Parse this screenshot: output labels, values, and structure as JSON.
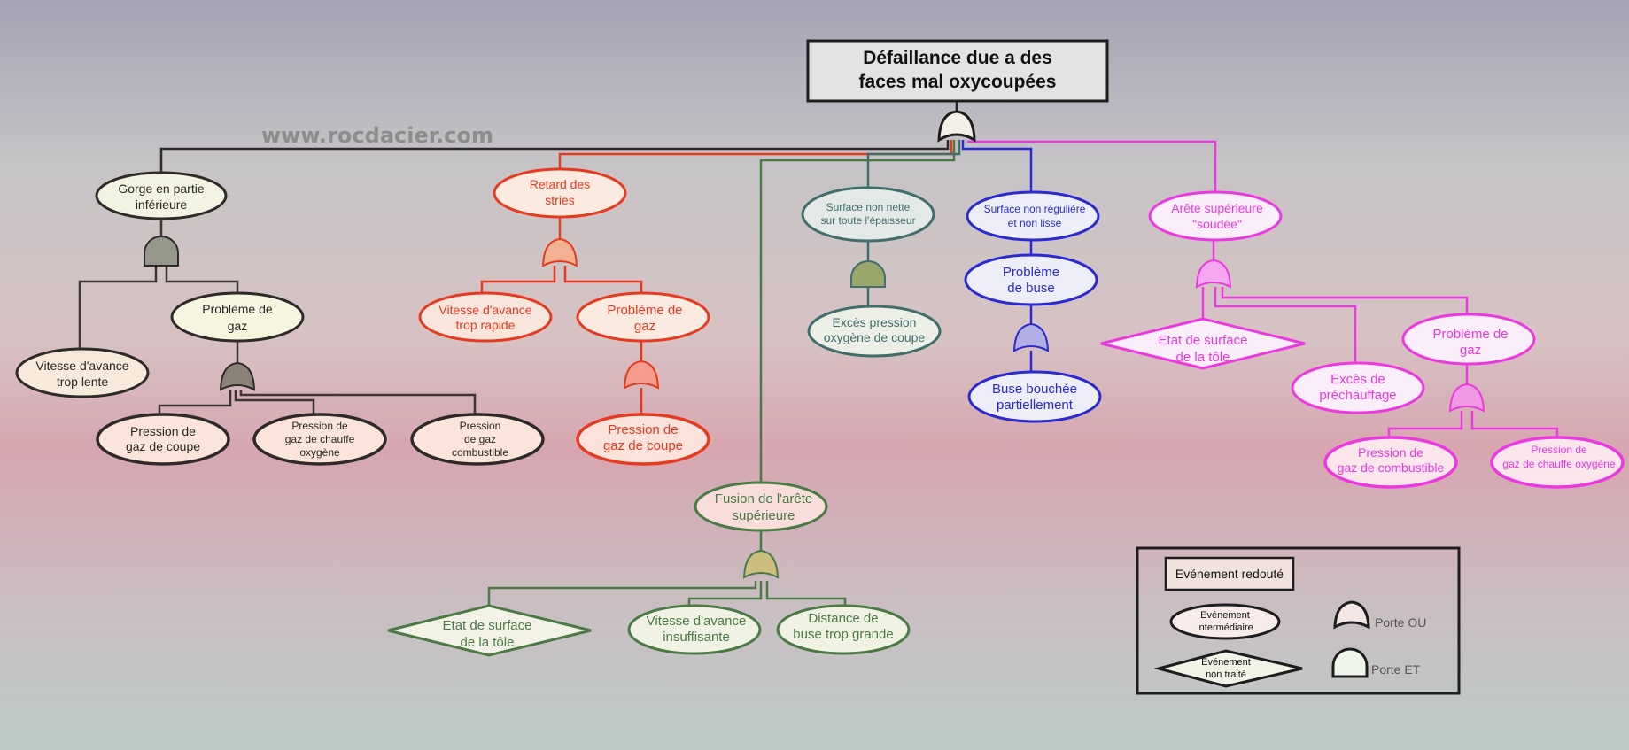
{
  "watermark": "www.rocdacier.com",
  "colors": {
    "black": "#1d1d1d",
    "red": "#e63a20",
    "green": "#4b7a44",
    "teal": "#3f6e6b",
    "blue": "#2a2ad0",
    "magenta": "#ec38e0",
    "brown": "#332a20"
  },
  "top_event": {
    "line1": "Défaillance due a des",
    "line2": "faces mal oxycoupées"
  },
  "branches": {
    "gorge": {
      "label": [
        "Gorge en partie",
        "inférieure"
      ],
      "vitesse_lente": [
        "Vitesse d'avance",
        "trop lente"
      ],
      "probleme_gaz": [
        "Problème de",
        "gaz"
      ],
      "pression_coupe": [
        "Pression de",
        "gaz de coupe"
      ],
      "pression_chauffe": [
        "Pression de",
        "gaz de chauffe",
        "oxygène"
      ],
      "pression_combustible": [
        "Pression",
        "de gaz",
        "combustible"
      ]
    },
    "retard": {
      "label": [
        "Retard des",
        "stries"
      ],
      "vitesse_rapide": [
        "Vitesse d'avance",
        "trop rapide"
      ],
      "probleme_gaz": [
        "Problème de",
        "gaz"
      ],
      "pression_coupe": [
        "Pression de",
        "gaz de coupe"
      ]
    },
    "fusion": {
      "label": [
        "Fusion de l'arête",
        "supérieure"
      ],
      "etat_surface": [
        "Etat de surface",
        "de la tôle"
      ],
      "vitesse_insuffisante": [
        "Vitesse d'avance",
        "insuffisante"
      ],
      "distance_buse": [
        "Distance de",
        "buse trop grande"
      ]
    },
    "surface_nette": {
      "label": [
        "Surface non nette",
        "sur toute l'épaisseur"
      ],
      "exces_oxygene": [
        "Excès pression",
        "oxygène de coupe"
      ]
    },
    "surface_reguliere": {
      "label": [
        "Surface non régulière",
        "et non lisse"
      ],
      "probleme_buse": [
        "Problème",
        "de buse"
      ],
      "buse_bouchee": [
        "Buse bouchée",
        "partiellement"
      ]
    },
    "arete": {
      "label": [
        "Arête supérieure",
        "\"soudée\""
      ],
      "etat_surface": [
        "Etat de surface",
        "de la tôle"
      ],
      "exces_prechauffage": [
        "Excès de",
        "préchauffage"
      ],
      "probleme_gaz": [
        "Problème de",
        "gaz"
      ],
      "pression_combustible": [
        "Pression de",
        "gaz de combustible"
      ],
      "pression_chauffe": [
        "Pression de",
        "gaz de chauffe oxygène"
      ]
    }
  },
  "legend": {
    "evenement_redoute": "Evénement redouté",
    "intermediaire": [
      "Evénement",
      "intermédiaire"
    ],
    "non_traite": [
      "Evénement",
      "non traité"
    ],
    "porte_ou": "Porte OU",
    "porte_et": "Porte ET"
  }
}
